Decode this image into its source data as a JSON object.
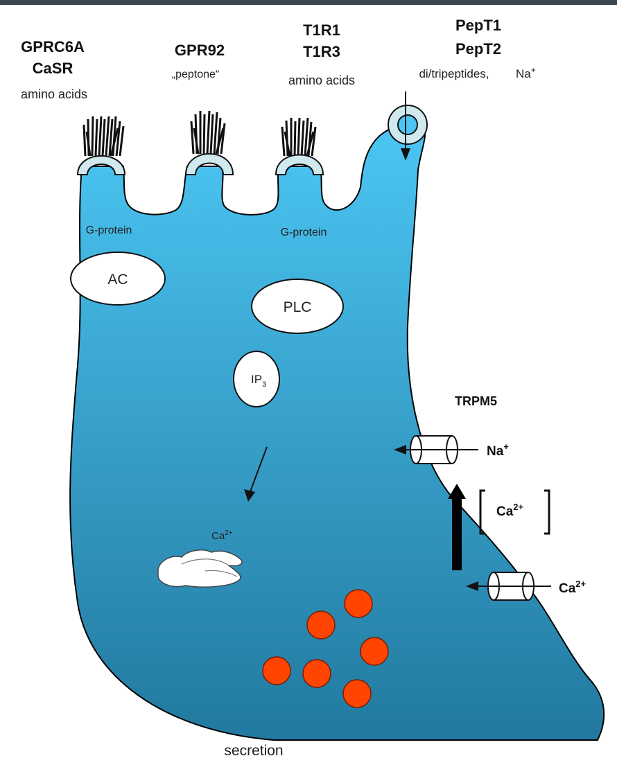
{
  "receptors": {
    "r1": {
      "name1": "GPRC6A",
      "name2": "CaSR",
      "ligand": "amino acids"
    },
    "r2": {
      "name1": "GPR92",
      "ligand": "„peptone“"
    },
    "r3": {
      "name1": "T1R1",
      "name2": "T1R3",
      "ligand": "amino acids"
    },
    "r4": {
      "name1": "PepT1",
      "name2": "PepT2",
      "ligand": "di/tripeptides,",
      "ion": "Na",
      "ion_sup": "+"
    }
  },
  "labels": {
    "gprotein_left": "G-protein",
    "gprotein_right": "G-protein",
    "ac": "AC",
    "plc": "PLC",
    "ip3": "IP",
    "ip3_sub": "3",
    "ca_store": "Ca",
    "ca_store_sup": "2+",
    "trpm5": "TRPM5",
    "na_channel": "Na",
    "na_channel_sup": "+",
    "ca_channel": "Ca",
    "ca_channel_sup": "2+",
    "ca_increase": "Ca",
    "ca_increase_sup": "2+",
    "secretion": "secretion"
  },
  "colors": {
    "cell_top": "#4cc6f4",
    "cell_bottom": "#22799f",
    "granule": "#ff4500",
    "receptor_fill": "#cfe9ee"
  }
}
